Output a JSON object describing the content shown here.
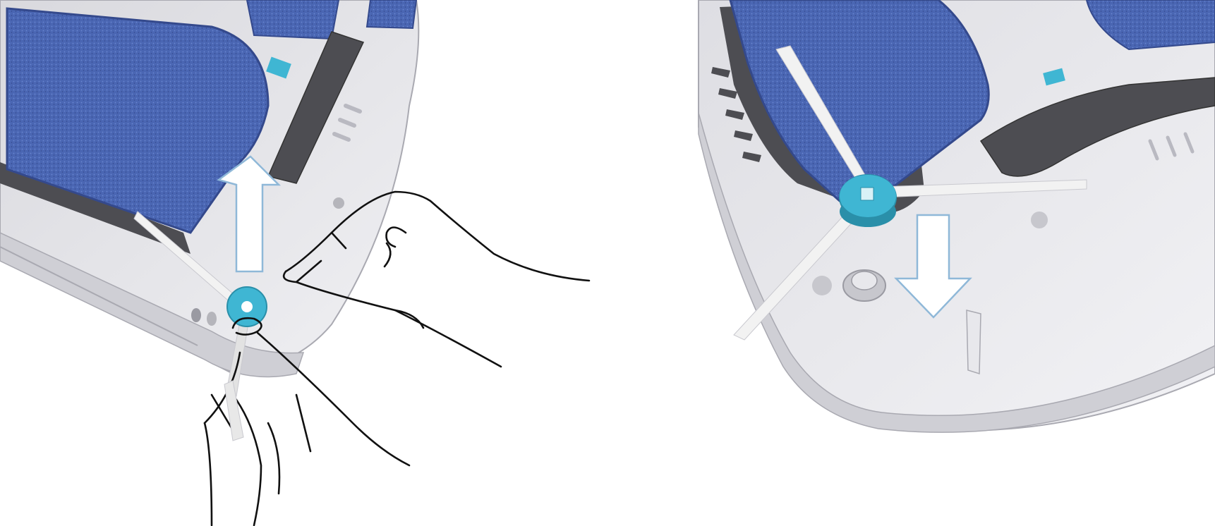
{
  "figure": {
    "panels": [
      {
        "id": "remove-side-brush",
        "arrow_direction": "up",
        "hands_visible": true
      },
      {
        "id": "install-side-brush",
        "arrow_direction": "down",
        "hands_visible": false
      }
    ]
  },
  "colors": {
    "background": "#ffffff",
    "robot_body": "#e6e6ea",
    "robot_body_shadow": "#c9c9cf",
    "robot_edge": "#a9a9b1",
    "filter_pad": "#4a66b3",
    "filter_pad_dark": "#34498c",
    "slot_dark": "#4d4d52",
    "brush_hub": "#3fb6d3",
    "brush_hub_dark": "#2a8fa9",
    "bristle": "#f2f2f2",
    "arrow_fill": "#ffffff",
    "arrow_outline": "#8fb8d8",
    "hand_line": "#111111"
  },
  "icons": {
    "up_arrow": "arrow-up-icon",
    "down_arrow": "arrow-down-icon",
    "hand": "hand-icon",
    "side_brush": "side-brush-icon"
  }
}
